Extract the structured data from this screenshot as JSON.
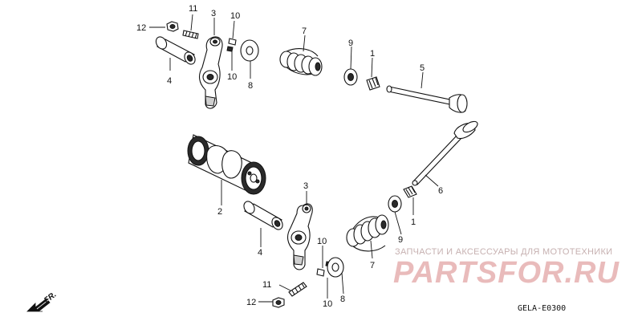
{
  "callouts": [
    {
      "id": "c-11-top",
      "label": "11"
    },
    {
      "id": "c-3-top",
      "label": "3"
    },
    {
      "id": "c-10-top-a",
      "label": "10"
    },
    {
      "id": "c-12-top",
      "label": "12"
    },
    {
      "id": "c-7-top",
      "label": "7"
    },
    {
      "id": "c-9-top",
      "label": "9"
    },
    {
      "id": "c-1-top",
      "label": "1"
    },
    {
      "id": "c-5",
      "label": "5"
    },
    {
      "id": "c-10-top-b",
      "label": "10"
    },
    {
      "id": "c-8-top",
      "label": "8"
    },
    {
      "id": "c-4-top",
      "label": "4"
    },
    {
      "id": "c-2",
      "label": "2"
    },
    {
      "id": "c-6",
      "label": "6"
    },
    {
      "id": "c-3-bottom",
      "label": "3"
    },
    {
      "id": "c-1-bottom",
      "label": "1"
    },
    {
      "id": "c-9-bottom",
      "label": "9"
    },
    {
      "id": "c-10-bottom-a",
      "label": "10"
    },
    {
      "id": "c-7-bottom",
      "label": "7"
    },
    {
      "id": "c-4-bottom",
      "label": "4"
    },
    {
      "id": "c-11-bottom",
      "label": "11"
    },
    {
      "id": "c-12-bottom",
      "label": "12"
    },
    {
      "id": "c-10-bottom-b",
      "label": "10"
    },
    {
      "id": "c-8-bottom",
      "label": "8"
    }
  ],
  "direction_label": "FR.",
  "diagram_code": "GELA-E0300",
  "watermark": {
    "subtitle": "ЗАПЧАСТИ И АКСЕССУАРЫ ДЛЯ МОТОТЕХНИКИ",
    "logo": "PARTSFOR.RU",
    "color": "#e7b4b4"
  }
}
